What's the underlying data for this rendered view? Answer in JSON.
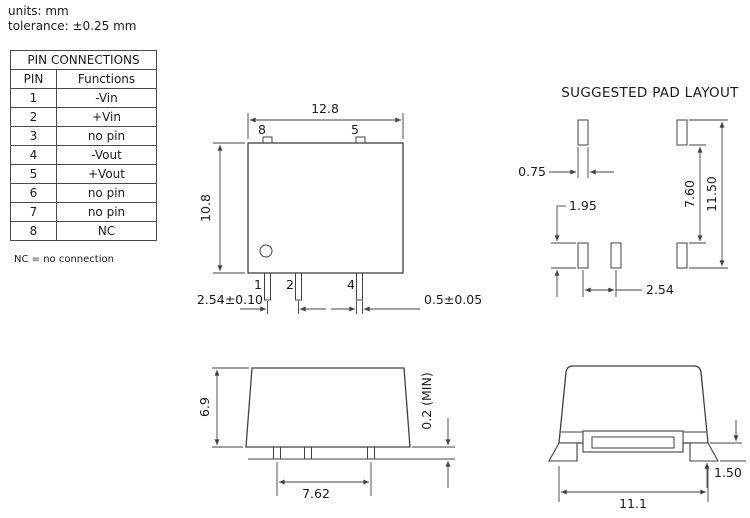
{
  "notes": {
    "units": "units: mm",
    "tolerance": "tolerance: ±0.25 mm"
  },
  "pin_table": {
    "title": "PIN CONNECTIONS",
    "col_pin": "PIN",
    "col_functions": "Functions",
    "rows": [
      {
        "pin": "1",
        "func": "-Vin"
      },
      {
        "pin": "2",
        "func": "+Vin"
      },
      {
        "pin": "3",
        "func": "no pin"
      },
      {
        "pin": "4",
        "func": "-Vout"
      },
      {
        "pin": "5",
        "func": "+Vout"
      },
      {
        "pin": "6",
        "func": "no pin"
      },
      {
        "pin": "7",
        "func": "no pin"
      },
      {
        "pin": "8",
        "func": "NC"
      }
    ],
    "footnote": "NC = no connection"
  },
  "top_view": {
    "width_dim": "12.8",
    "height_dim": "10.8",
    "pin8_label": "8",
    "pin5_label": "5",
    "pin1_label": "1",
    "pin2_label": "2",
    "pin4_label": "4",
    "pitch_dim": "2.54±0.10",
    "pin_width_dim": "0.5±0.05"
  },
  "pad_layout": {
    "title": "SUGGESTED PAD LAYOUT",
    "pad_width_dim": "0.75",
    "pad_length_dim": "1.95",
    "inner_span_dim": "7.60",
    "outer_span_dim": "11.50",
    "pitch_dim": "2.54"
  },
  "side_view": {
    "height_dim": "6.9",
    "pin_span_dim": "7.62",
    "standoff_dim": "0.2 (MIN)"
  },
  "end_view": {
    "foot_dim": "1.50",
    "width_dim": "11.1"
  },
  "colors": {
    "line": "#404040",
    "text": "#1a1a1a",
    "background": "#ffffff"
  }
}
